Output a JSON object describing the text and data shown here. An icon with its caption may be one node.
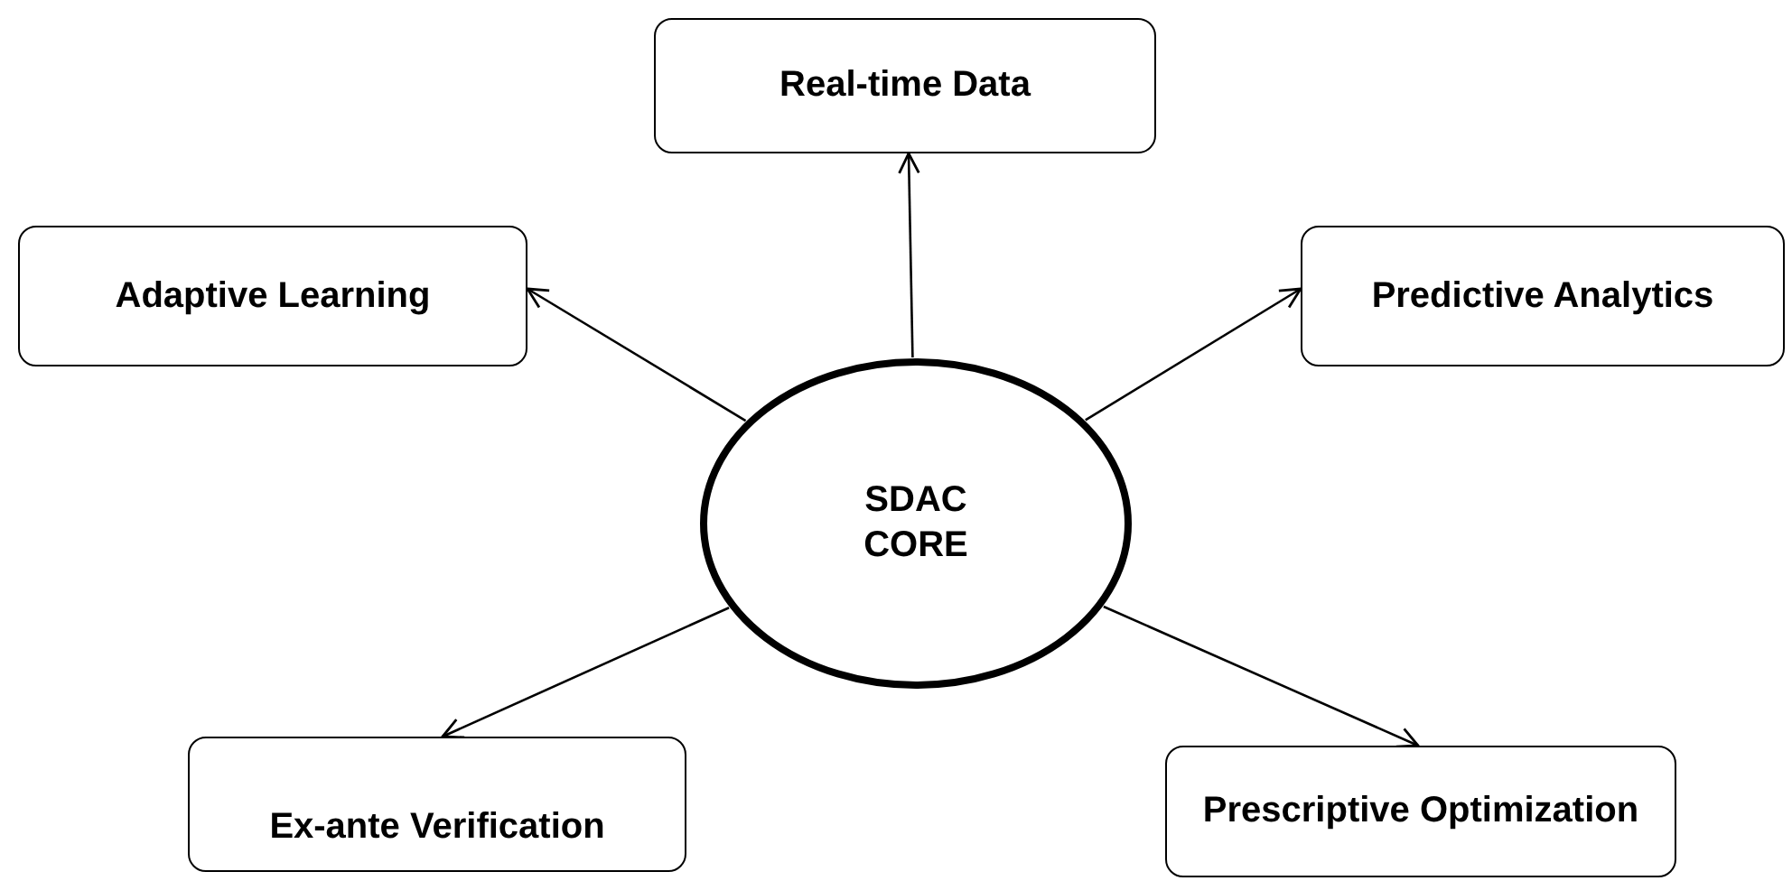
{
  "diagram": {
    "nodes": [
      {
        "text": [
          "SDAC CORE"
        ]
      },
      {
        "text": [
          "Real-time Data"
        ]
      },
      {
        "text": [
          "Adaptive Learning"
        ]
      },
      {
        "text": [
          "Predictive Analytics"
        ]
      },
      {
        "text": [
          "Ex-ante Verification"
        ]
      },
      {
        "text": [
          "Prescriptive Optimization"
        ]
      }
    ],
    "edges": [
      {
        "from": 0,
        "to": 1,
        "arrow": "to"
      },
      {
        "from": 0,
        "to": 2,
        "arrow": "to"
      },
      {
        "from": 0,
        "to": 3,
        "arrow": "to"
      },
      {
        "from": 0,
        "to": 4,
        "arrow": "to"
      },
      {
        "from": 0,
        "to": 5,
        "arrow": "to"
      }
    ]
  }
}
